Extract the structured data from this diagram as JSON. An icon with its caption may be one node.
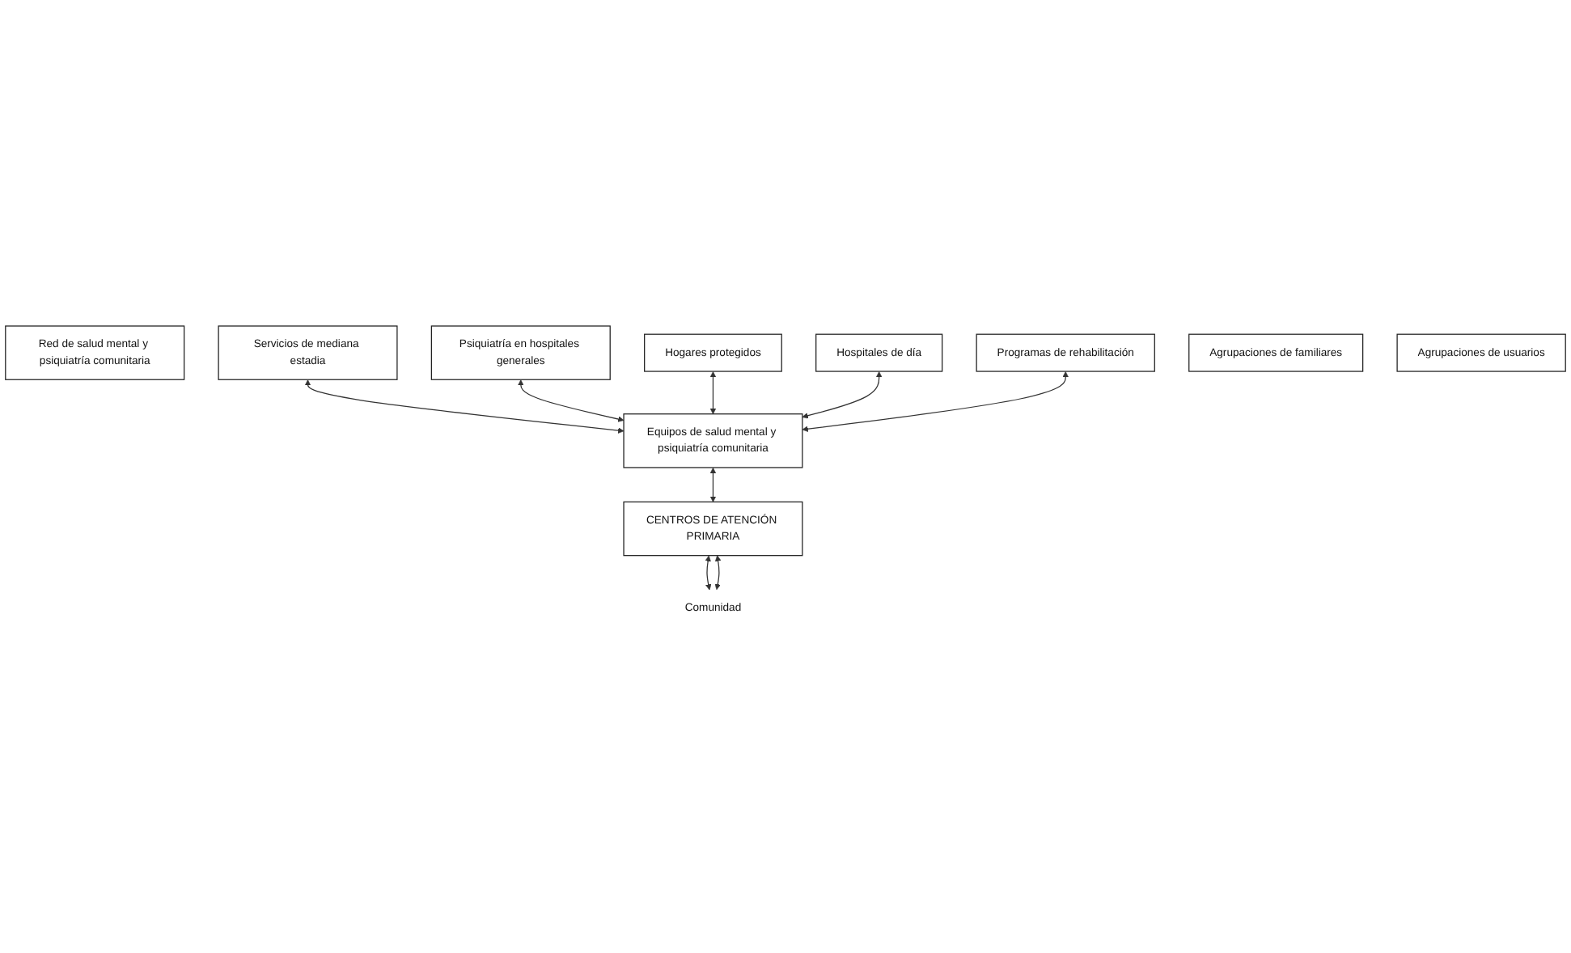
{
  "diagram": {
    "nodes": [
      {
        "text": [
          "Red de salud mental y psiquiatría comunitaria"
        ]
      },
      {
        "text": [
          "Servicios de mediana estadia"
        ]
      },
      {
        "text": [
          "Psiquiatría en hospitales generales"
        ]
      },
      {
        "text": [
          "Hogares protegidos"
        ]
      },
      {
        "text": [
          "Equipos de salud mental y psiquiatría comunitaria"
        ]
      },
      {
        "text": [
          "Hospitales de día"
        ]
      },
      {
        "text": [
          "CENTROS DE ATENCIÓN PRIMARIA"
        ]
      },
      {
        "text": [
          "Programas de rehabilitación"
        ]
      },
      {
        "text": [
          "Agrupaciones de familiares"
        ]
      },
      {
        "text": [
          "Agrupaciones de usuarios"
        ]
      },
      {
        "text": [
          "Comunidad"
        ]
      }
    ],
    "edges": [
      {
        "from": 1,
        "to": 4,
        "arrow": "both"
      },
      {
        "from": 2,
        "to": 4,
        "arrow": "both"
      },
      {
        "from": 3,
        "to": 4,
        "arrow": "both"
      },
      {
        "from": 5,
        "to": 4,
        "arrow": "both"
      },
      {
        "from": 4,
        "to": 6,
        "arrow": "both"
      },
      {
        "from": 7,
        "to": 4,
        "arrow": "both"
      },
      {
        "from": 10,
        "to": 6,
        "arrow": "both"
      },
      {
        "from": 6,
        "to": 10,
        "arrow": "both"
      }
    ]
  }
}
